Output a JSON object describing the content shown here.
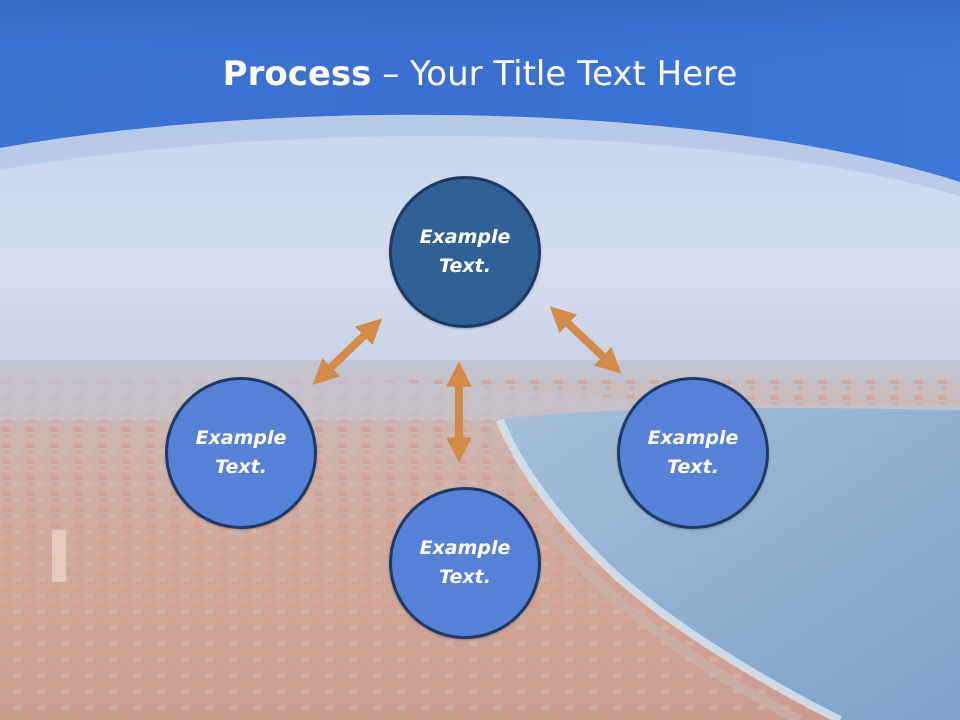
{
  "slide": {
    "title_bold": "Process",
    "title_separator": "–",
    "title_rest": "Your Title Text Here"
  },
  "nodes": {
    "top": {
      "line1": "Example",
      "line2": "Text."
    },
    "left": {
      "line1": "Example",
      "line2": "Text."
    },
    "right": {
      "line1": "Example",
      "line2": "Text."
    },
    "bottom": {
      "line1": "Example",
      "line2": "Text."
    }
  },
  "colors": {
    "header_blue": "#3a78d8",
    "node_top": "#2f6196",
    "node_other": "#5582d6",
    "arrow": "#d38b4a",
    "sea": "#8fb6d8"
  }
}
